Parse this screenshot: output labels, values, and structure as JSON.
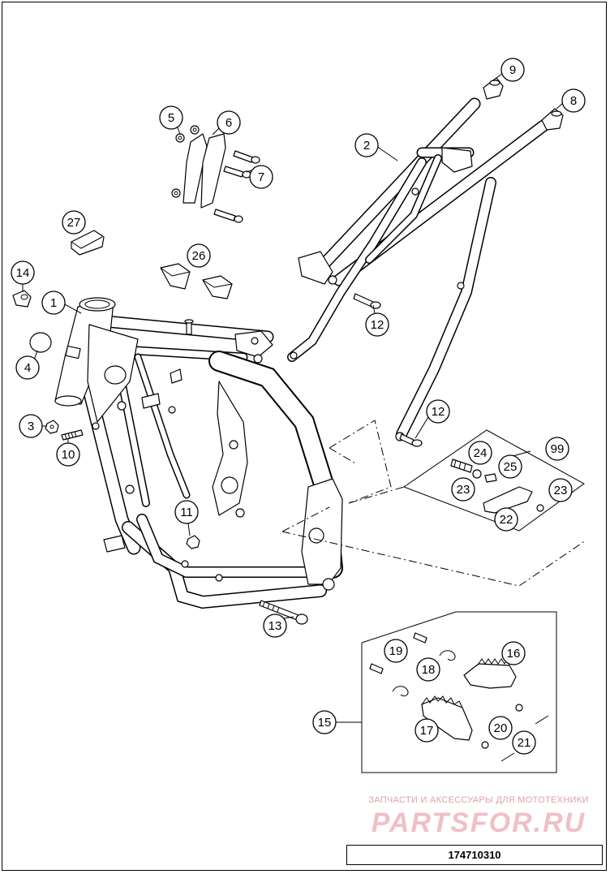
{
  "callouts": [
    {
      "label": "1"
    },
    {
      "label": "2"
    },
    {
      "label": "3"
    },
    {
      "label": "4"
    },
    {
      "label": "5"
    },
    {
      "label": "6"
    },
    {
      "label": "7"
    },
    {
      "label": "8"
    },
    {
      "label": "9"
    },
    {
      "label": "10"
    },
    {
      "label": "11"
    },
    {
      "label": "12"
    },
    {
      "label": "12"
    },
    {
      "label": "13"
    },
    {
      "label": "14"
    },
    {
      "label": "15"
    },
    {
      "label": "16"
    },
    {
      "label": "17"
    },
    {
      "label": "18"
    },
    {
      "label": "19"
    },
    {
      "label": "20"
    },
    {
      "label": "21"
    },
    {
      "label": "22"
    },
    {
      "label": "23"
    },
    {
      "label": "23"
    },
    {
      "label": "24"
    },
    {
      "label": "25"
    },
    {
      "label": "26"
    },
    {
      "label": "27"
    },
    {
      "label": "99"
    }
  ],
  "watermark": {
    "tagline": "ЗАПЧАСТИ И АКСЕССУАРЫ ДЛЯ МОТОТЕХНИКИ",
    "logo": "PARTSFOR.RU"
  },
  "document": {
    "number": "174710310"
  }
}
